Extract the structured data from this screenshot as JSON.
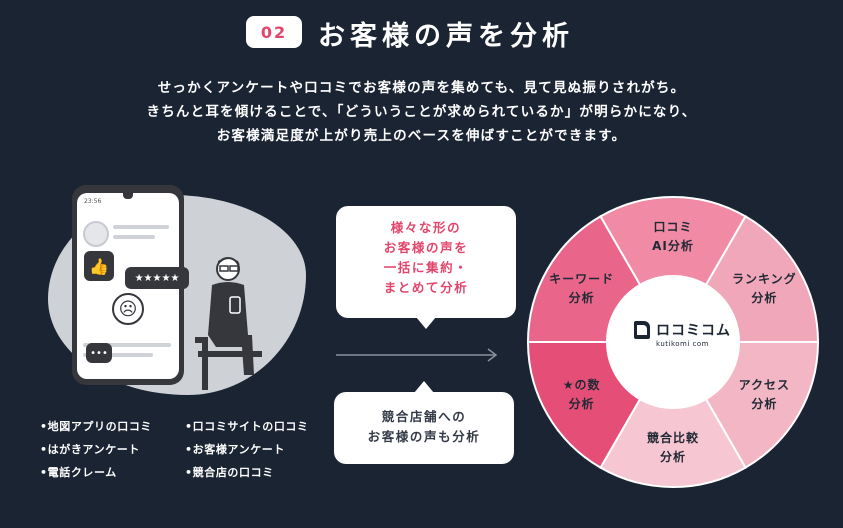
{
  "header": {
    "number": "02",
    "title": "お客様の声を分析"
  },
  "lead": [
    "せっかくアンケートや口コミでお客様の声を集めても、見て見ぬ振りされがち。",
    "きちんと耳を傾けることで、「どういうことが求められているか」が明らかになり、",
    "お客様満足度が上がり売上のベースを伸ばすことができます。"
  ],
  "illustration": {
    "clock": "23:56",
    "rating": "★★★★★"
  },
  "sources": [
    "•地図アプリの口コミ",
    "•口コミサイトの口コミ",
    "•はがきアンケート",
    "•お客様アンケート",
    "•電話クレーム",
    "•競合店の口コミ"
  ],
  "box_top": [
    "様々な形の",
    "お客様の声を",
    "一括に集約・",
    "まとめて分析"
  ],
  "box_bottom": [
    "競合店舗への",
    "お客様の声も分析"
  ],
  "donut": {
    "segments": [
      {
        "lines": [
          "口コミ",
          "AI分析"
        ],
        "color": "#f08aa5"
      },
      {
        "lines": [
          "ランキング",
          "分析"
        ],
        "color": "#f0a7b9"
      },
      {
        "lines": [
          "アクセス",
          "分析"
        ],
        "color": "#f2b6c4"
      },
      {
        "lines": [
          "競合比較",
          "分析"
        ],
        "color": "#f6c7d2"
      },
      {
        "lines": [
          "★の数",
          "分析"
        ],
        "color": "#e54e76"
      },
      {
        "lines": [
          "キーワード",
          "分析"
        ],
        "color": "#e9668a"
      }
    ],
    "logo": "ロコミコム",
    "logo_sub": "kutikomi com"
  }
}
